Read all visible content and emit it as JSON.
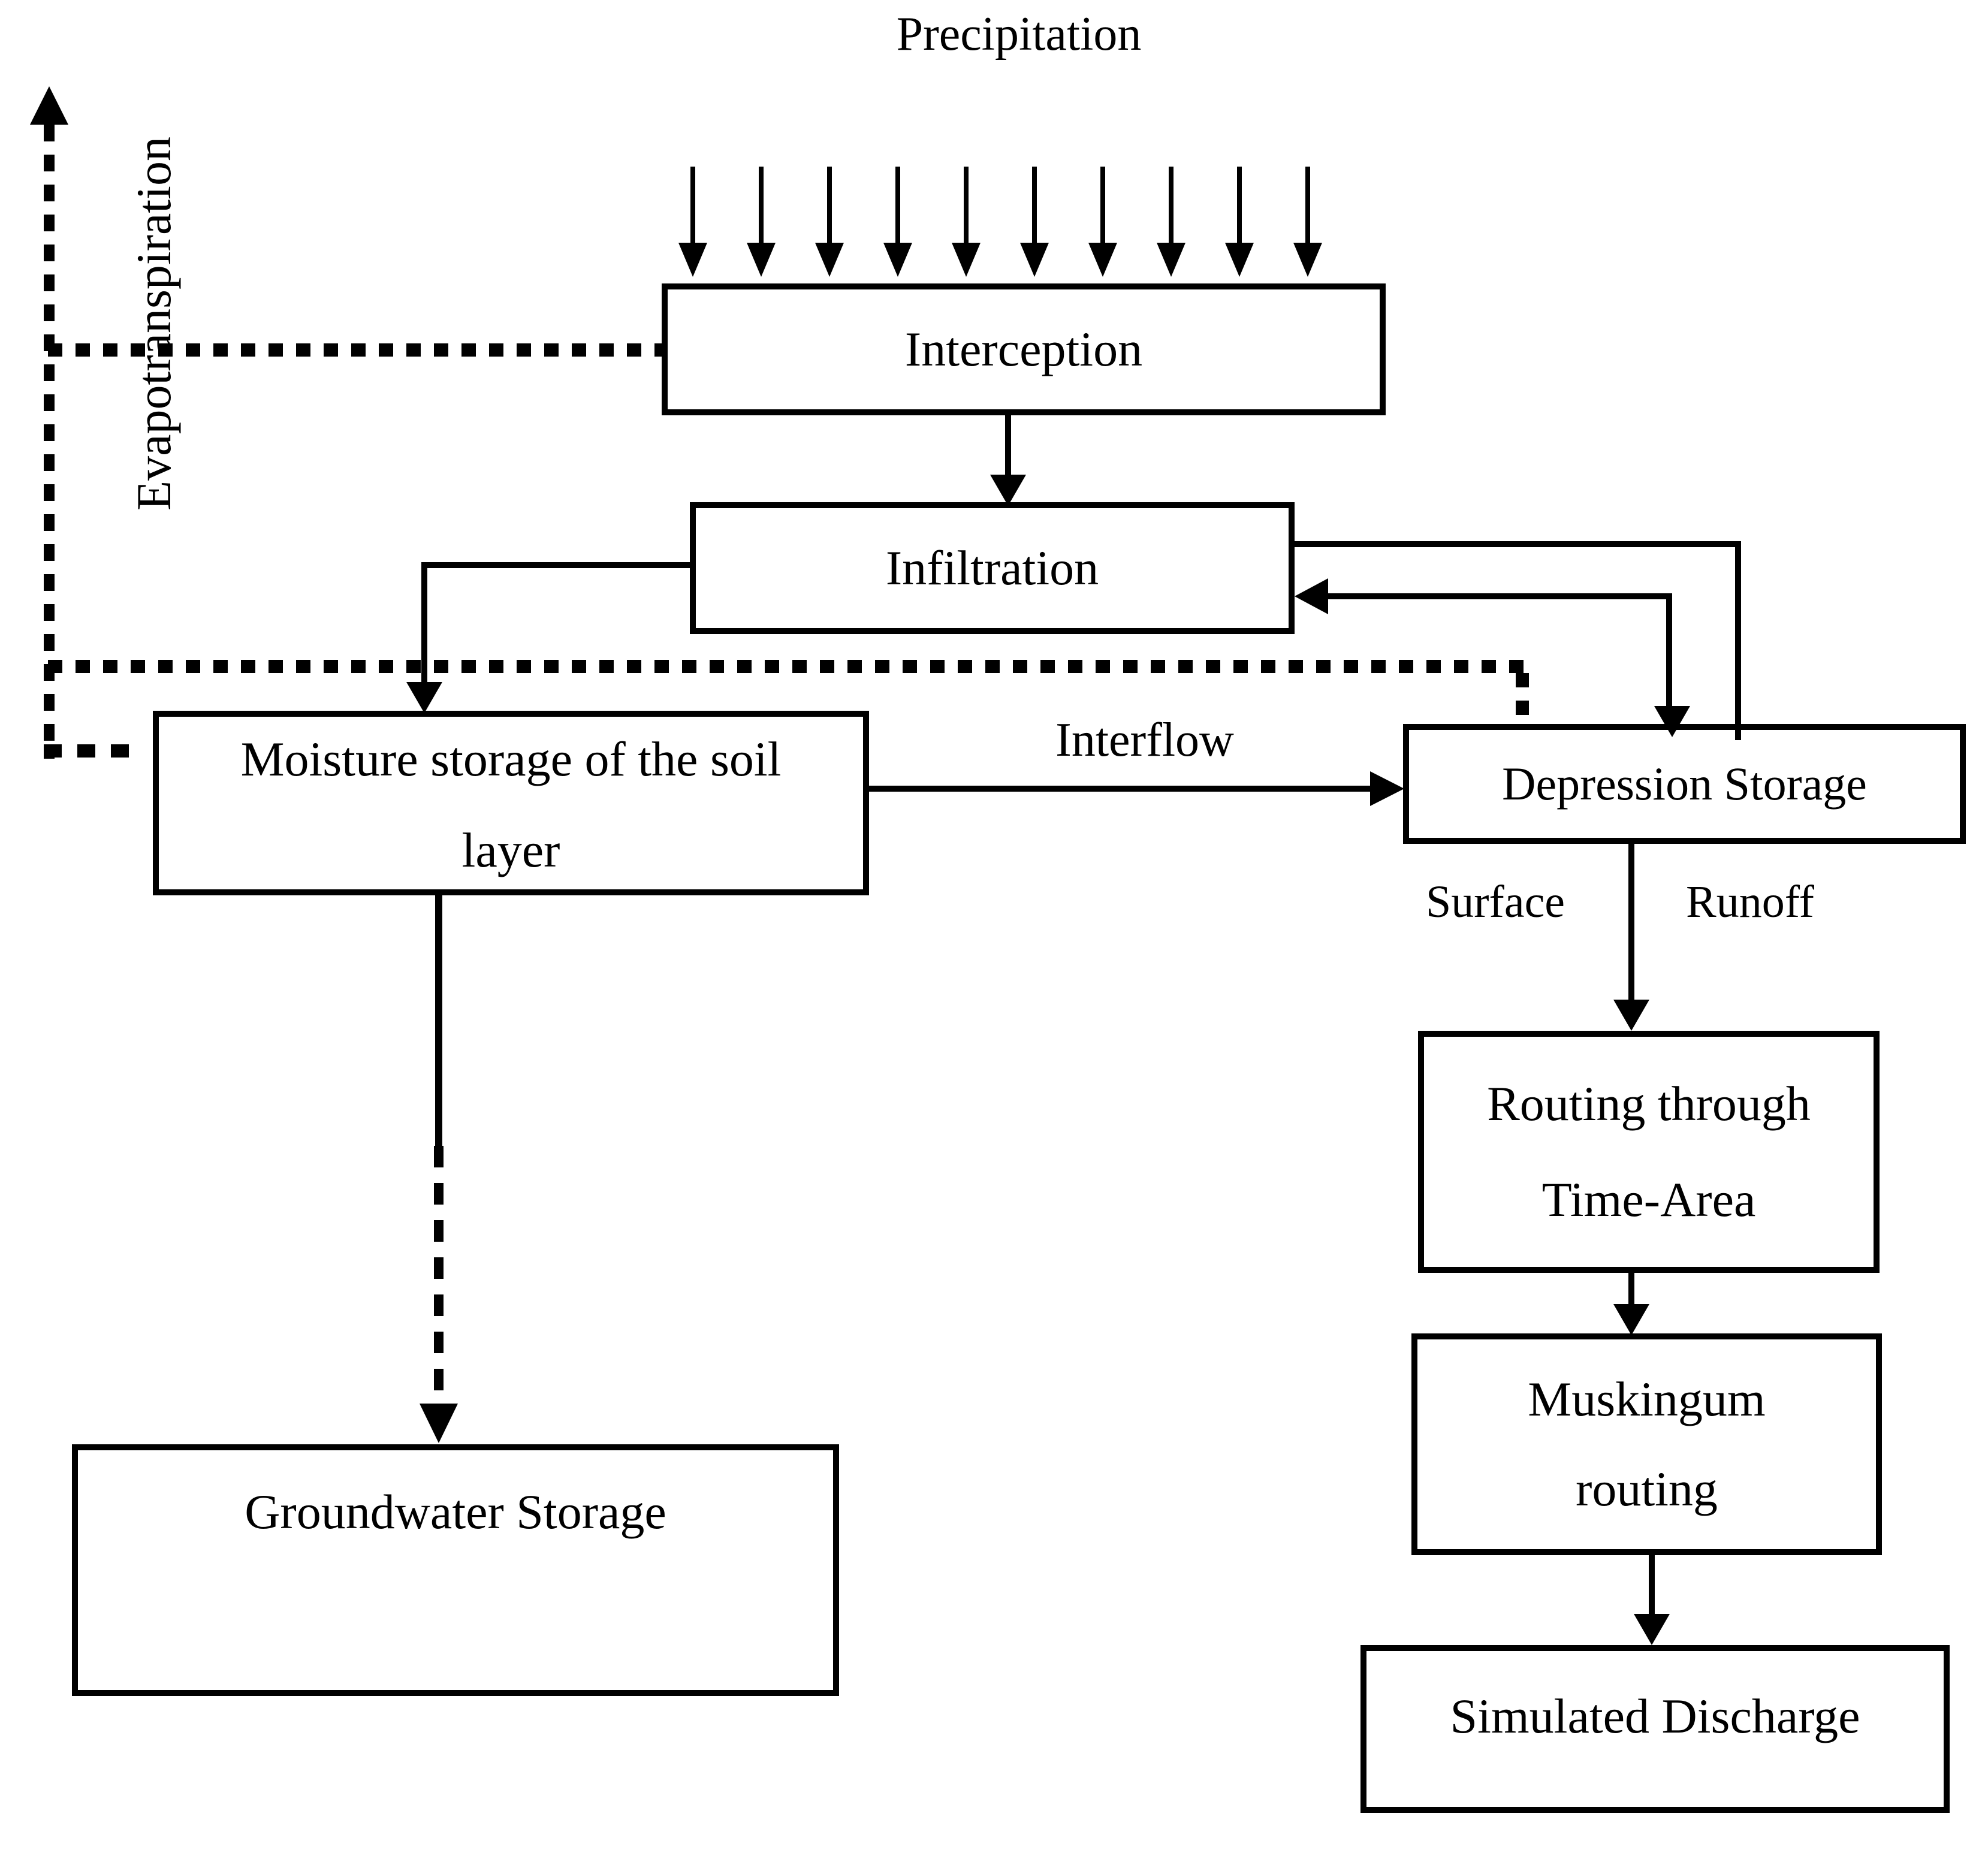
{
  "diagram": {
    "title": "Precipitation",
    "rain_arrow_count": 10,
    "colors": {
      "ink": "#000000",
      "background": "#ffffff"
    },
    "boxes": {
      "interception": {
        "label": "Interception"
      },
      "infiltration": {
        "label": "Infiltration"
      },
      "moisture": {
        "line1": "Moisture storage of the soil",
        "line2": "layer"
      },
      "depression": {
        "label": "Depression Storage"
      },
      "groundwater": {
        "label": "Groundwater Storage"
      },
      "routing": {
        "line1": "Routing through",
        "line2": "Time-Area"
      },
      "muskingum": {
        "line1": "Muskingum",
        "line2": "routing"
      },
      "simulated": {
        "label": "Simulated Discharge"
      }
    },
    "edge_labels": {
      "evapotranspiration": "Evapotranspiration",
      "interflow": "Interflow",
      "surface": "Surface",
      "runoff": "Runoff"
    }
  }
}
